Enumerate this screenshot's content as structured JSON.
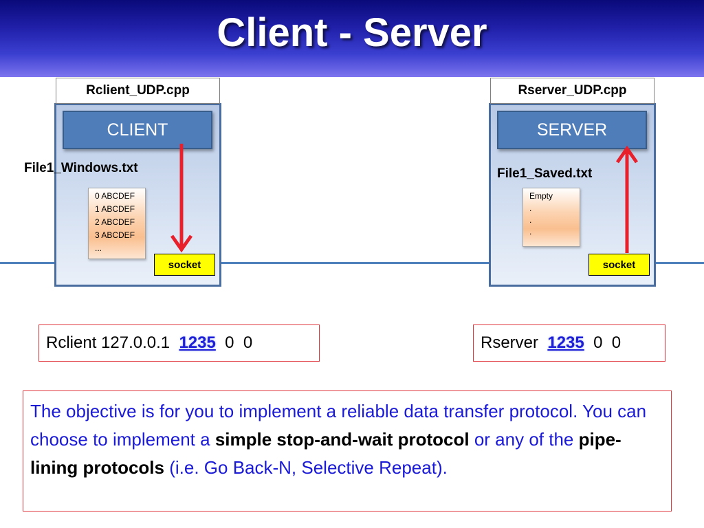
{
  "title": "Client - Server",
  "client": {
    "file_label": "Rclient_UDP.cpp",
    "role": "CLIENT",
    "file_name": "File1_Windows.txt",
    "file_lines": [
      "0 ABCDEF",
      "1 ABCDEF",
      "2 ABCDEF",
      "3 ABCDEF",
      "..."
    ],
    "socket": "socket",
    "command": {
      "prefix": "Rclient 127.0.0.1  ",
      "port": "1235",
      "suffix": "  0  0"
    }
  },
  "server": {
    "file_label": "Rserver_UDP.cpp",
    "role": "SERVER",
    "file_name": "File1_Saved.txt",
    "file_lines": [
      "Empty",
      ".",
      ".",
      "."
    ],
    "socket": "socket",
    "command": {
      "prefix": "Rserver  ",
      "port": "1235",
      "suffix": "  0  0"
    }
  },
  "objective": {
    "part1": "The objective is for you to implement a reliable data transfer protocol.  You can choose to implement a ",
    "bold1": "simple stop-and-wait protocol",
    "part2": " or any of the ",
    "bold2": "pipe-lining protocols",
    "part3": " (i.e. Go Back-N, Selective Repeat)."
  },
  "colors": {
    "arrow": "#e8202c",
    "port": "#1f1fd8",
    "objective_text": "#1a1ad6",
    "socket_fill": "#ffff00",
    "role_fill": "#4f7dba",
    "network_line": "#4f81bd",
    "cmd_border": "#e0343c"
  }
}
